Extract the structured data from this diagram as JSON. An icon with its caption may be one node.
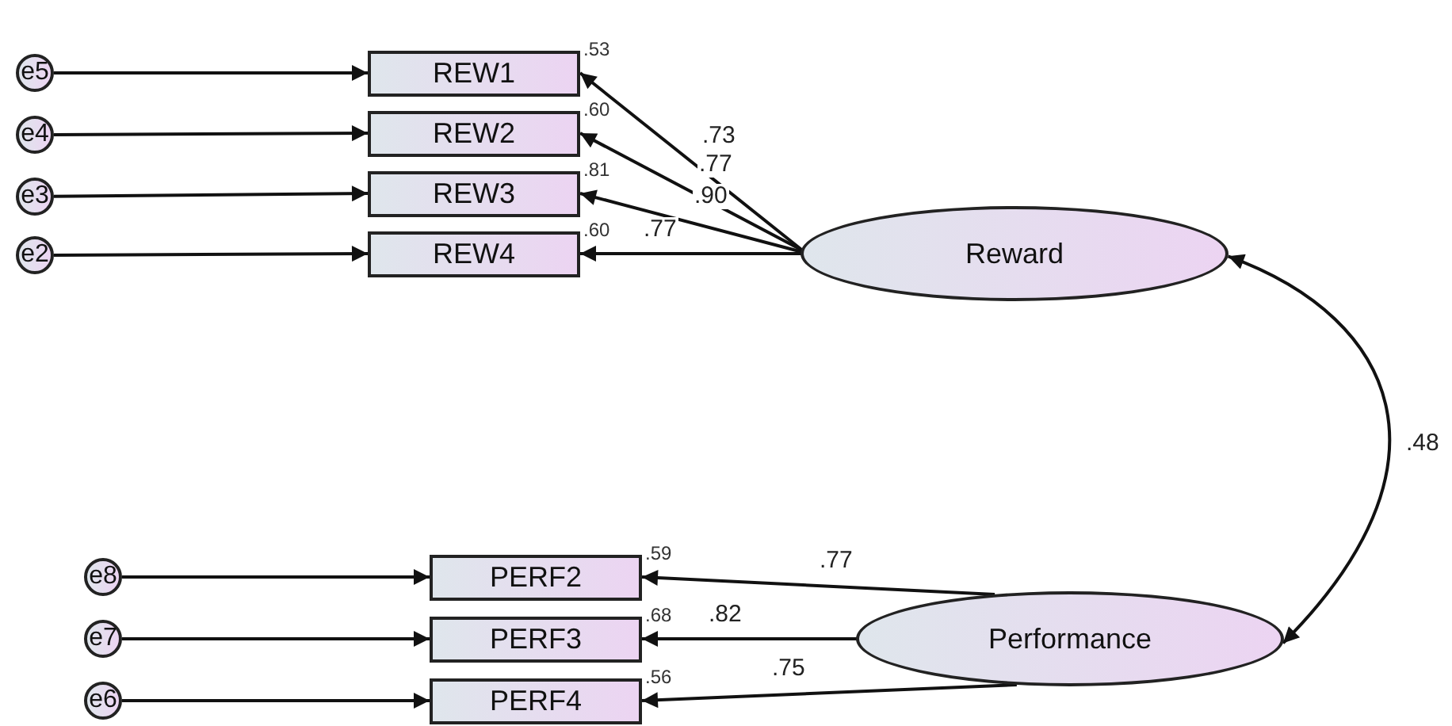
{
  "diagram": {
    "nodes": [
      {
        "text": [
          "e5"
        ]
      },
      {
        "text": [
          "e4"
        ]
      },
      {
        "text": [
          "e3"
        ]
      },
      {
        "text": [
          "e2"
        ]
      },
      {
        "text": [
          "REW1"
        ],
        "beside": [
          ".53"
        ]
      },
      {
        "text": [
          "REW2"
        ],
        "beside": [
          ".60"
        ]
      },
      {
        "text": [
          "REW3"
        ],
        "beside": [
          ".81"
        ]
      },
      {
        "text": [
          "REW4"
        ],
        "beside": [
          ".60"
        ]
      },
      {
        "text": [
          "Reward"
        ]
      },
      {
        "text": [
          "e8"
        ]
      },
      {
        "text": [
          "e7"
        ]
      },
      {
        "text": [
          "e6"
        ]
      },
      {
        "text": [
          "PERF2"
        ],
        "beside": [
          ".59"
        ]
      },
      {
        "text": [
          "PERF3"
        ],
        "beside": [
          ".68"
        ]
      },
      {
        "text": [
          "PERF4"
        ],
        "beside": [
          ".56"
        ]
      },
      {
        "text": [
          "Performance"
        ]
      }
    ],
    "edges": [
      {
        "from": 0,
        "to": 4,
        "arrow": "to"
      },
      {
        "from": 1,
        "to": 5,
        "arrow": "to"
      },
      {
        "from": 2,
        "to": 6,
        "arrow": "to"
      },
      {
        "from": 3,
        "to": 7,
        "arrow": "to"
      },
      {
        "from": 8,
        "to": 4,
        "arrow": "to",
        "label": ".73"
      },
      {
        "from": 8,
        "to": 5,
        "arrow": "to",
        "label": ".77"
      },
      {
        "from": 8,
        "to": 6,
        "arrow": "to",
        "label": ".90"
      },
      {
        "from": 8,
        "to": 7,
        "arrow": "to",
        "label": ".77"
      },
      {
        "from": 8,
        "to": 15,
        "arrow": "both",
        "label": ".48"
      },
      {
        "from": 9,
        "to": 12,
        "arrow": "to"
      },
      {
        "from": 10,
        "to": 13,
        "arrow": "to"
      },
      {
        "from": 11,
        "to": 14,
        "arrow": "to"
      },
      {
        "from": 15,
        "to": 12,
        "arrow": "to",
        "label": ".77"
      },
      {
        "from": 15,
        "to": 13,
        "arrow": "to",
        "label": ".82"
      },
      {
        "from": 15,
        "to": 14,
        "arrow": "to",
        "label": ".75"
      }
    ]
  }
}
